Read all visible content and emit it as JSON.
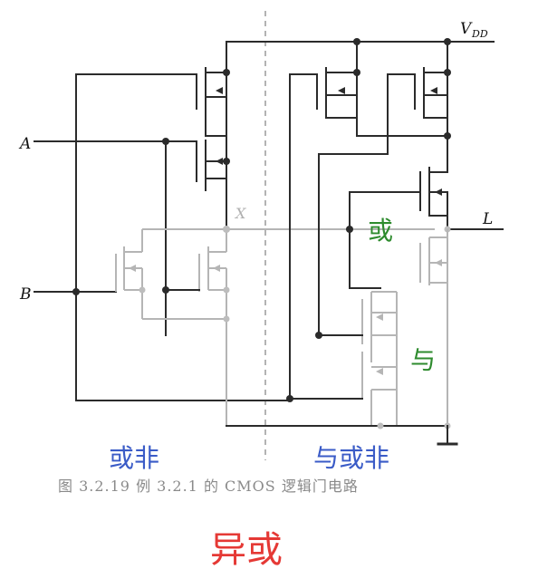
{
  "diagram": {
    "labels": {
      "vdd_main": "V",
      "vdd_sub": "DD",
      "input_a": "A",
      "input_b": "B",
      "node_x": "X",
      "output_l": "L"
    },
    "annotations": {
      "or": "或",
      "and": "与",
      "nor": "或非",
      "and_or_nor": "与或非",
      "xor": "异或"
    },
    "caption": "图 3.2.19   例 3.2.1 的 CMOS 逻辑门电路",
    "colors": {
      "wire": "#2b2b2b",
      "nmos_gray": "#b5b5b5",
      "green": "#2e8b2e",
      "blue": "#3a5bc7",
      "red": "#e53935"
    }
  }
}
